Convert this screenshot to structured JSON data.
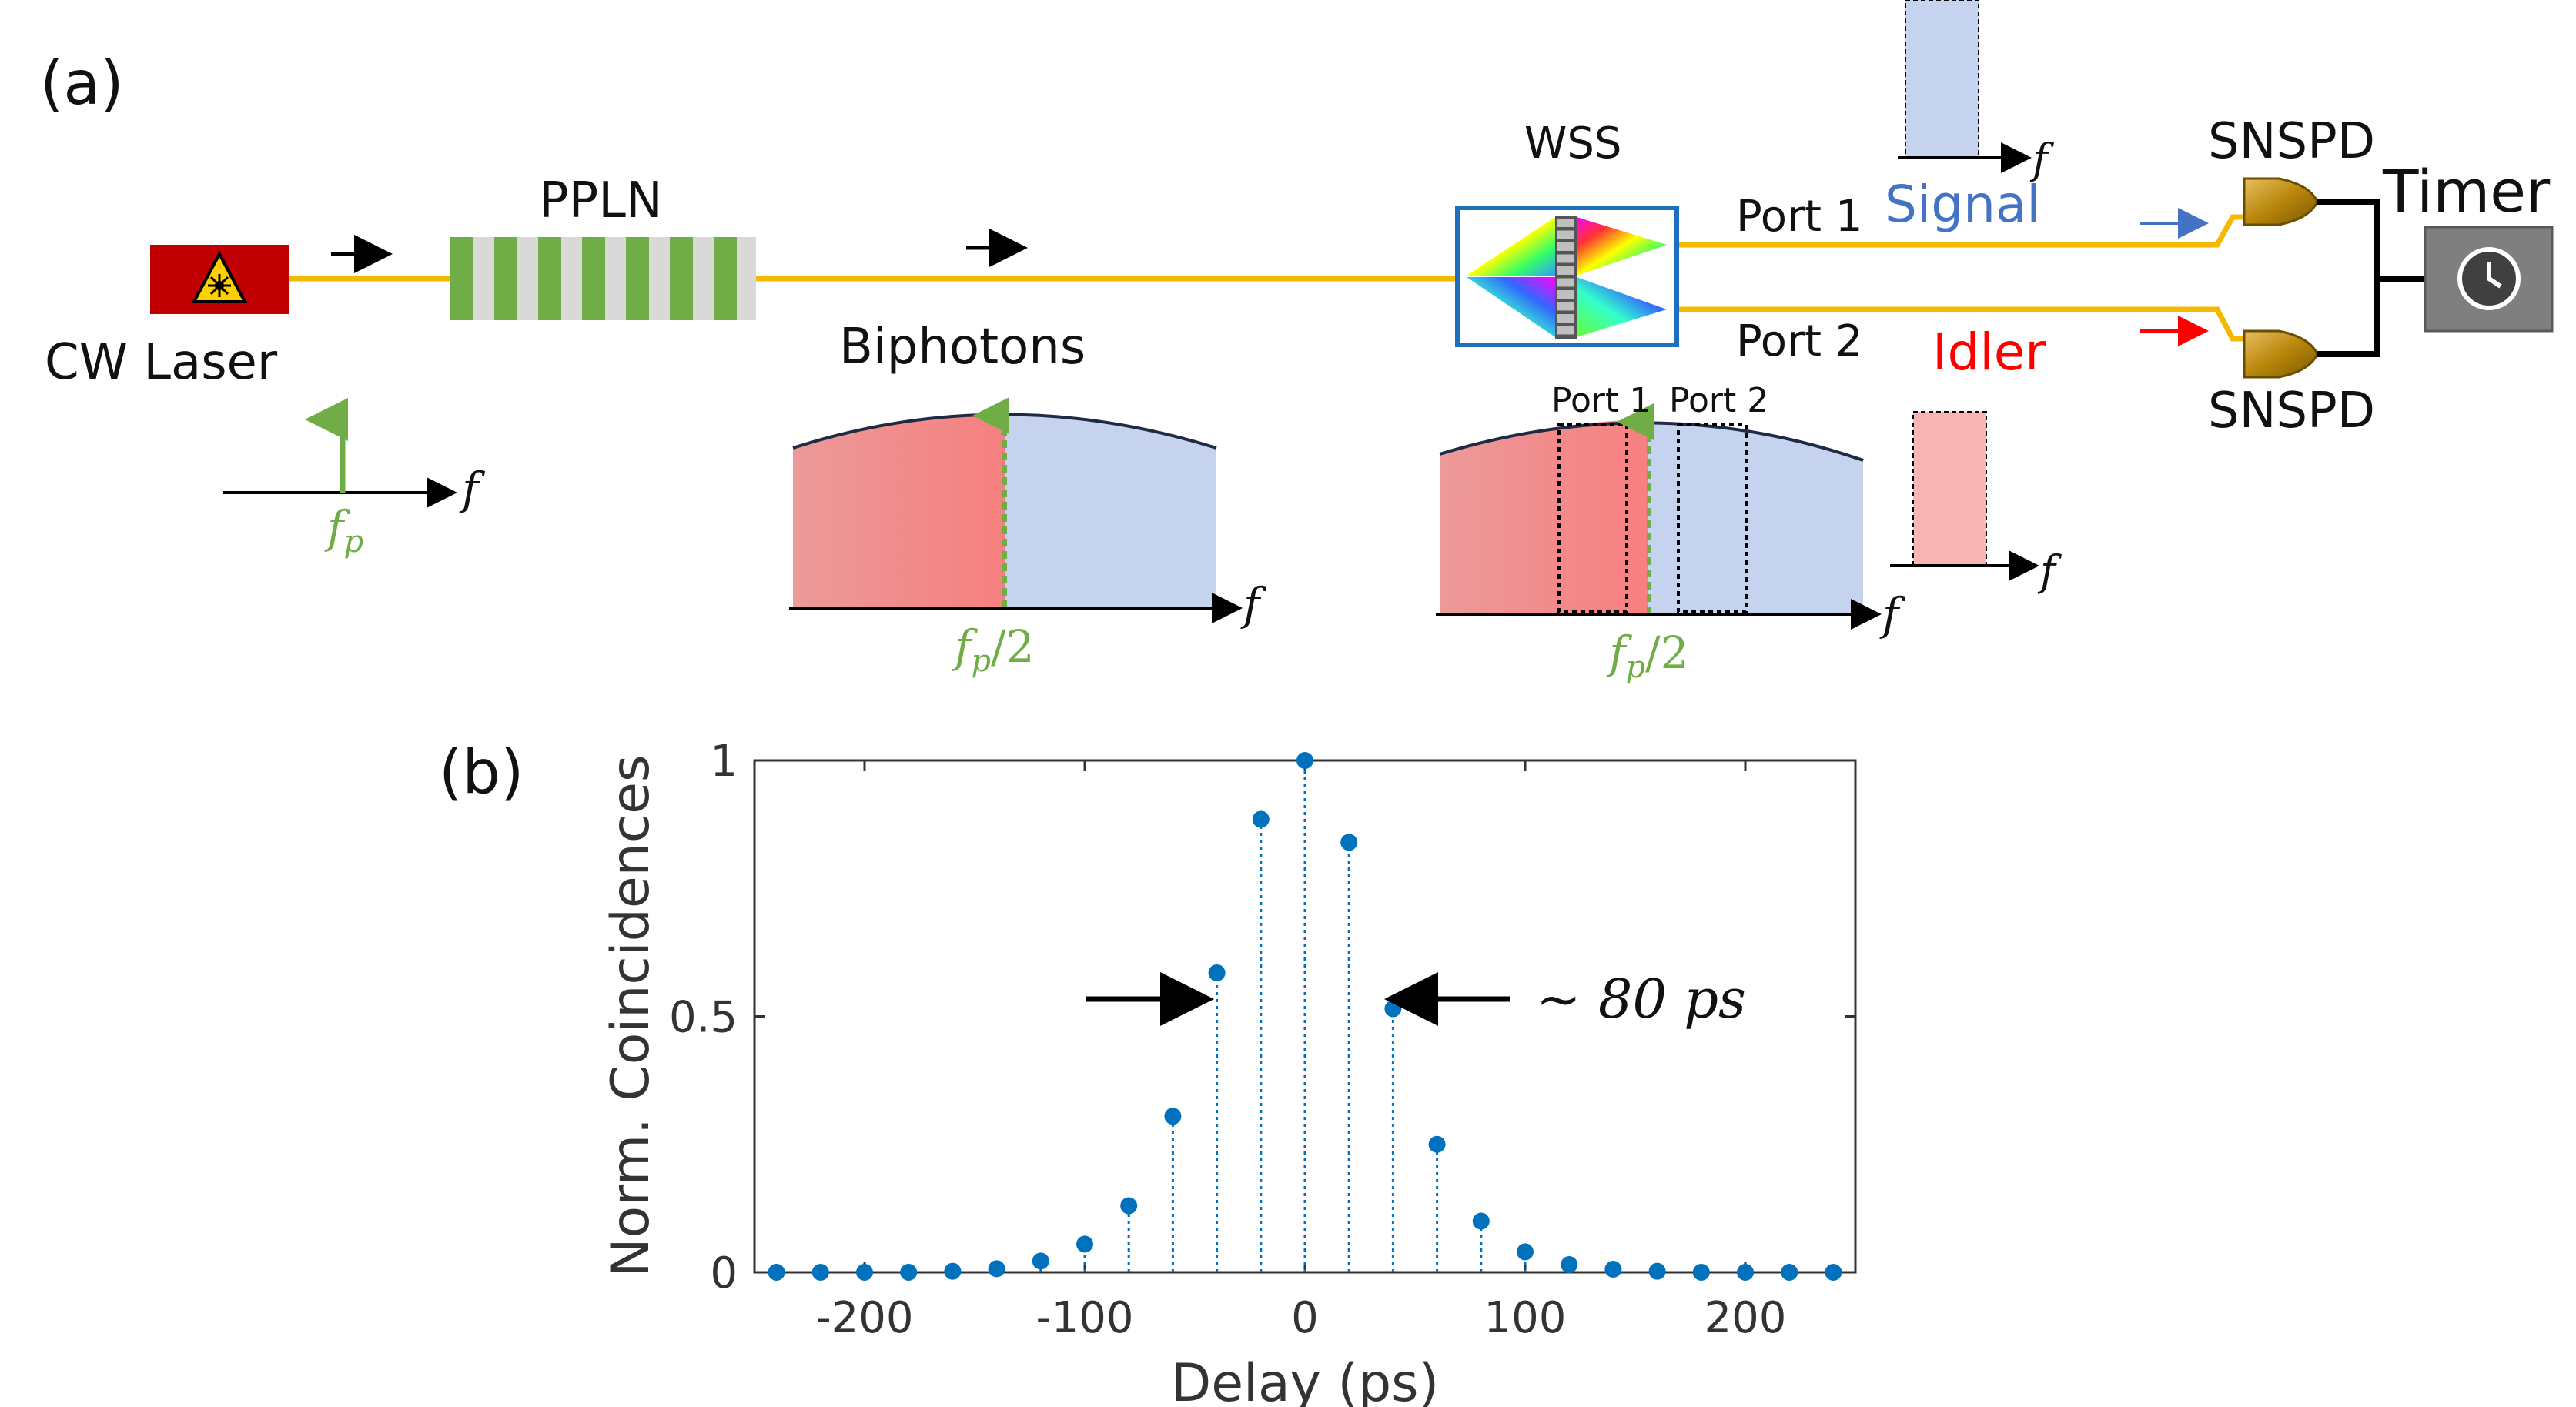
{
  "panel_a": {
    "label": "(a)",
    "laser_label": "CW Laser",
    "pp_label": "PPLN",
    "biphotons_label": "Biphotons",
    "wss_label": "WSS",
    "port1_label": "Port 1",
    "port2_label": "Port 2",
    "signal_label": "Signal",
    "idler_label": "Idler",
    "snspd_top_label": "SNSPD",
    "snspd_bottom_label": "SNSPD",
    "timer_label": "Timer",
    "filter_port1_label": "Port 1",
    "filter_port2_label": "Port 2",
    "axis_f": "f",
    "fp_label": "f_p",
    "fp_half_label": "f_p/2",
    "colors": {
      "fiber": "#F5B800",
      "laser": "#C00000",
      "ppln_green": "#70AD47",
      "signal_blue": "#4472C4",
      "idler_red": "#FF0000",
      "spectrum_red": "#F08080",
      "spectrum_blue": "#C5D3EE",
      "wss_border": "#1F6FC0",
      "pump_green": "#70AD47"
    }
  },
  "panel_b": {
    "label": "(b)",
    "annotation": "~ 80 ps"
  },
  "chart_data": {
    "type": "stem",
    "xlabel": "Delay (ps)",
    "ylabel": "Norm. Coincidences",
    "xlim": [
      -250,
      250
    ],
    "ylim": [
      0,
      1
    ],
    "xticks": [
      -200,
      -100,
      0,
      100,
      200
    ],
    "yticks": [
      0,
      0.5,
      1
    ],
    "series": [
      {
        "color": "#0072BD",
        "x": [
          -240,
          -220,
          -200,
          -180,
          -160,
          -140,
          -120,
          -100,
          -80,
          -60,
          -40,
          -20,
          0,
          20,
          40,
          60,
          80,
          100,
          120,
          140,
          160,
          180,
          200,
          220,
          240
        ],
        "y": [
          0,
          0,
          0,
          0,
          0.002,
          0.007,
          0.022,
          0.055,
          0.13,
          0.305,
          0.585,
          0.885,
          1.0,
          0.84,
          0.515,
          0.25,
          0.1,
          0.04,
          0.015,
          0.006,
          0.002,
          0,
          0,
          0,
          0
        ]
      }
    ]
  }
}
